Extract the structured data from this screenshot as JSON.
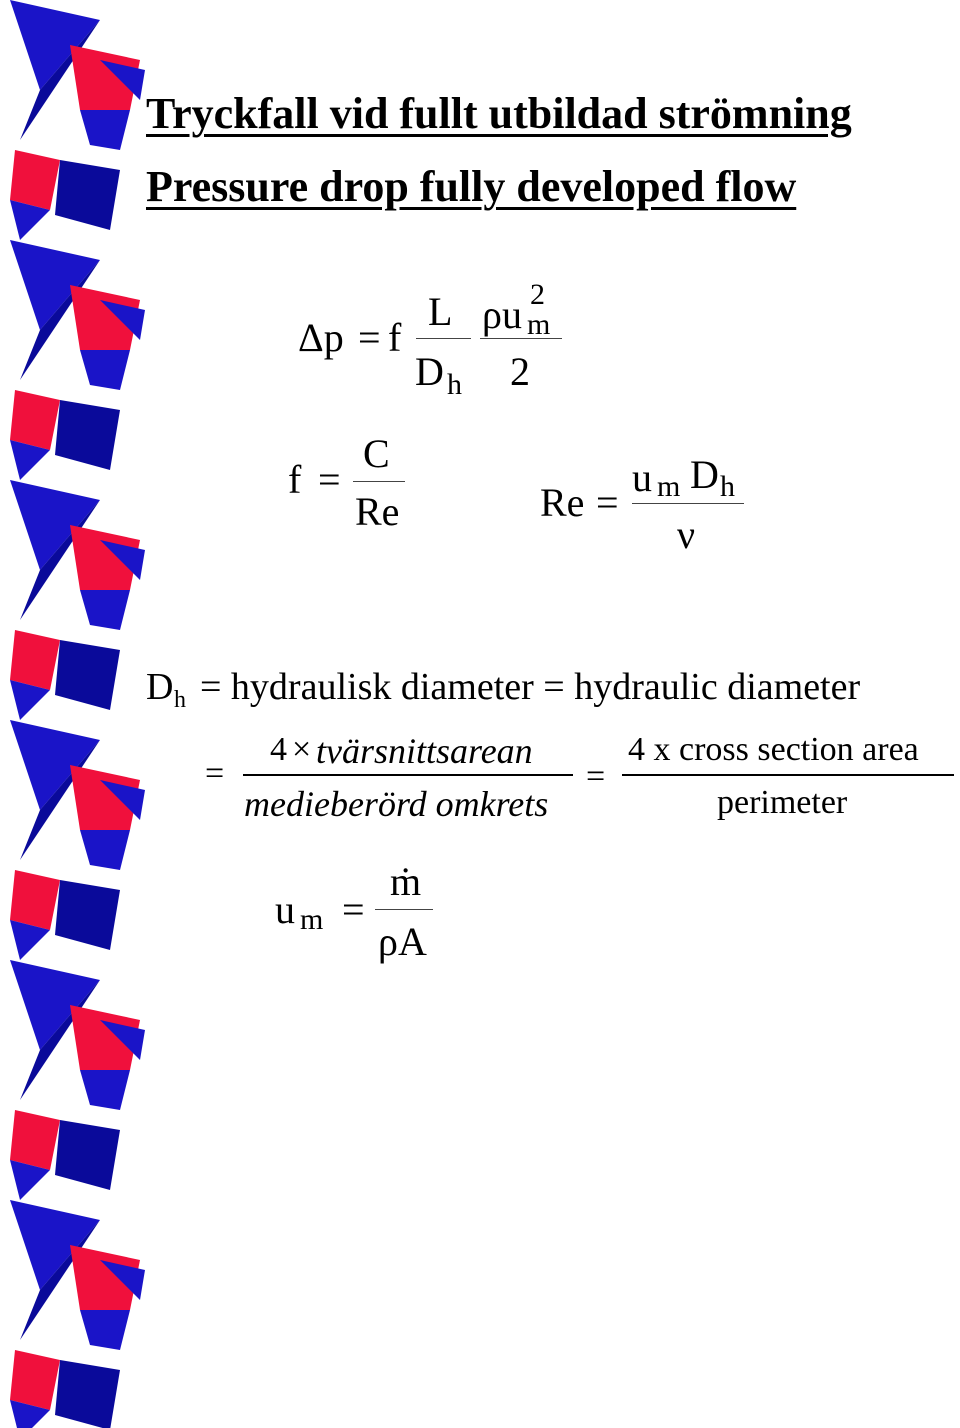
{
  "titles": {
    "swedish": "Tryckfall vid fullt utbildad strömning",
    "english": "Pressure drop fully developed flow"
  },
  "eq_pressure": {
    "lhs": "Δp",
    "equals": "=",
    "f": "f",
    "L": "L",
    "D": "D",
    "h": "h",
    "rho_u": "ρu",
    "exp": "2",
    "m": "m",
    "two": "2"
  },
  "eq_friction": {
    "f": "f",
    "equals": "=",
    "numerator": "C",
    "denominator": "Re"
  },
  "eq_reynolds": {
    "lhs": "Re",
    "equals": "=",
    "u": "u",
    "m": "m",
    "D": "D",
    "h": "h",
    "denominator": "ν"
  },
  "hydraulic": {
    "D": "D",
    "h": "h",
    "definition": "= hydraulisk diameter = hydraulic diameter",
    "equals1": "=",
    "num_sv_four": "4",
    "times": "×",
    "num_sv": "tvärsnittsarean",
    "den_sv": "medieberörd omkrets",
    "equals2": "=",
    "num_en": "4 x cross section area",
    "den_en": "perimeter"
  },
  "eq_mean_velocity": {
    "u": "u",
    "m": "m",
    "equals": "=",
    "numerator": "ṁ",
    "denominator": "ρA"
  },
  "colors": {
    "blue": "#1a14c8",
    "red": "#f0103c",
    "navy": "#000080"
  }
}
